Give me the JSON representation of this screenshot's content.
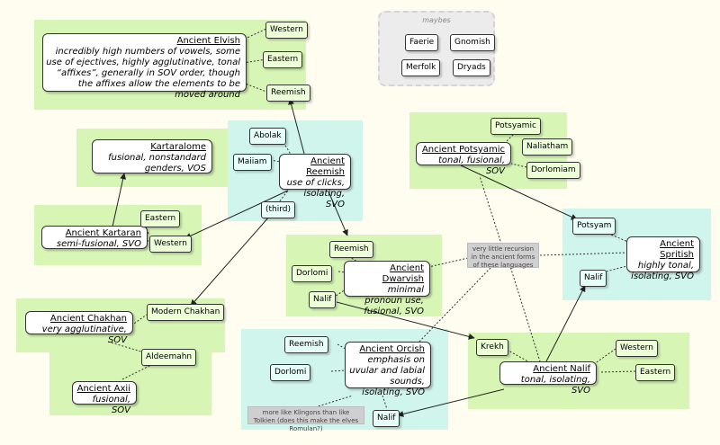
{
  "groups": {
    "maybes_label": "maybes"
  },
  "nodes": {
    "elvish": {
      "title": "Ancient Elvish",
      "desc": "incredibly high numbers of vowels, some use of ejectives, highly agglutinative, tonal “affixes”, generally in SOV order, though the affixes allow the elements to be moved around"
    },
    "karta": {
      "title": "Kartaralome",
      "desc": "fusional, nonstandard genders, VOS"
    },
    "kartaran": {
      "title": "Ancient Kartaran",
      "desc": "semi-fusional, SVO"
    },
    "reemish": {
      "title": "Ancient Reemish",
      "desc": "use of clicks, isolating, SVO"
    },
    "potsyamic": {
      "title": "Ancient Potsyamic",
      "desc": "tonal, fusional, SOV"
    },
    "spritish": {
      "title": "Ancient Spritish",
      "desc": "highly tonal, isolating, SVO"
    },
    "dwarvish": {
      "title": "Ancient Dwarvish",
      "desc": "minimal pronoun use, fusional, SVO"
    },
    "chakhan": {
      "title": "Ancient Chakhan",
      "desc": "very agglutinative, SOV"
    },
    "axii": {
      "title": "Ancient Axii",
      "desc": "fusional, SOV"
    },
    "orcish": {
      "title": "Ancient Orcish",
      "desc": "emphasis on uvular and labial sounds, isolating, SVO"
    },
    "nalif": {
      "title": "Ancient Nalif",
      "desc": "tonal, isolating, SVO"
    }
  },
  "labels": {
    "elvish_western": "Western",
    "elvish_eastern": "Eastern",
    "elvish_reemish": "Reemish",
    "faerie": "Faerie",
    "gnomish": "Gnomish",
    "merfolk": "Merfolk",
    "dryads": "Dryads",
    "abolak": "Abolak",
    "maiiam": "Maiiam",
    "third": "(third)",
    "kartaran_eastern": "Eastern",
    "kartaran_western": "Western",
    "potsyamic_potsyamic": "Potsyamic",
    "naliatham": "Naliatham",
    "dorlomiam": "Dorlomiam",
    "potsyam": "Potsyam",
    "spritish_nalif": "Nalif",
    "dwarvish_reemish": "Reemish",
    "dwarvish_dorlomi": "Dorlomi",
    "dwarvish_nalif": "Nalif",
    "modern_chakhan": "Modern Chakhan",
    "aldeemahn": "Aldeemahn",
    "orcish_reemish": "Reemish",
    "orcish_dorlomi": "Dorlomi",
    "orcish_nalif": "Nalif",
    "krekh": "Krekh",
    "nalif_western": "Western",
    "nalif_eastern": "Eastern"
  },
  "notes": {
    "recursion": "very little recursion in the ancient forms of these languages",
    "klingons": "more like Klingons than like Tolkien (does this make the elves Romulan?)"
  }
}
